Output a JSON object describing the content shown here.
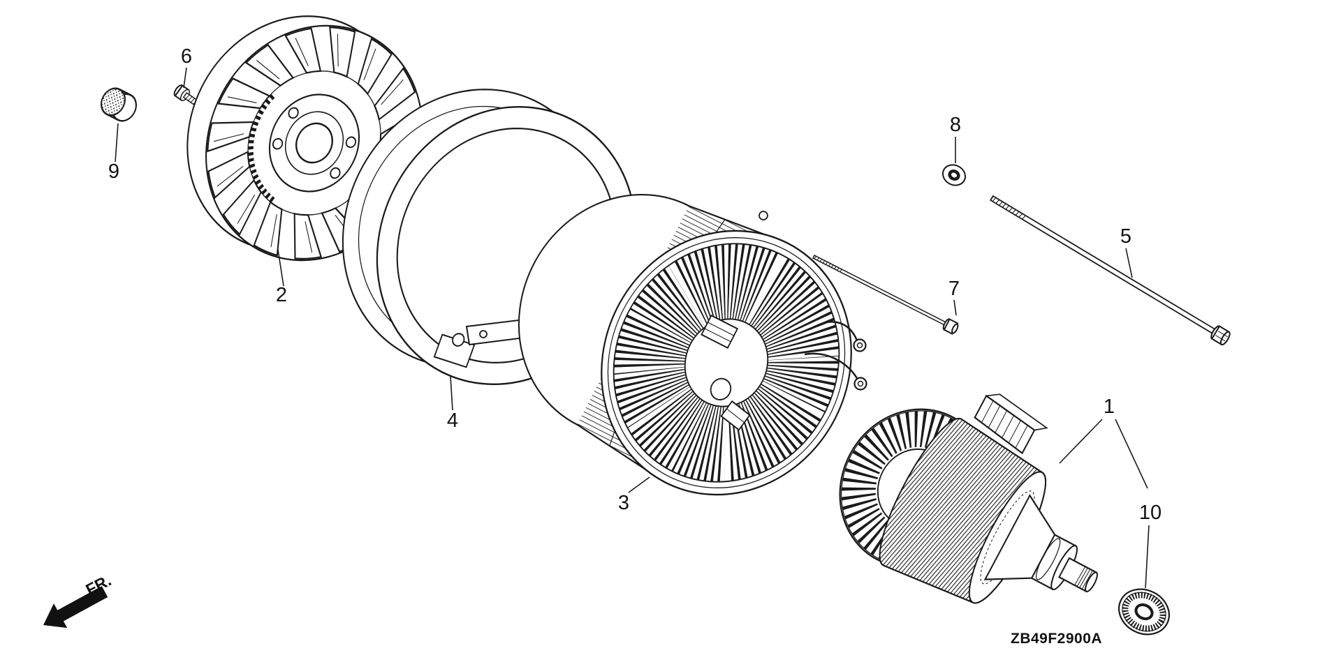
{
  "colors": {
    "ink": "#1a1a1a",
    "background": "#ffffff"
  },
  "diagram": {
    "code": "ZB49F2900A",
    "direction_label": "FR.",
    "part_labels": [
      "1",
      "2",
      "3",
      "4",
      "5",
      "6",
      "7",
      "8",
      "9",
      "10"
    ]
  }
}
